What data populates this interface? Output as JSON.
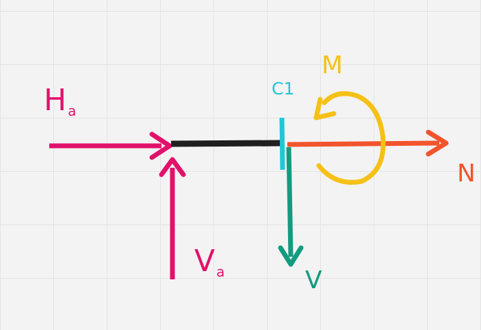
{
  "colors": {
    "background": "#f3f3f3",
    "grid": "#e3e3e3",
    "beam": "#1f1f1f",
    "reaction": "#e0126b",
    "section": "#1ec8d8",
    "normal_force": "#f2542d",
    "shear_force": "#139b80",
    "moment": "#f5c117"
  },
  "labels": {
    "ha": {
      "main": "H",
      "sub": "a"
    },
    "va": {
      "main": "V",
      "sub": "a"
    },
    "section": "C1",
    "moment": "M",
    "normal": "N",
    "shear": "V"
  },
  "icons": {
    "ha": "arrow-right-icon",
    "va": "arrow-up-icon",
    "n": "arrow-right-icon",
    "v": "arrow-down-icon",
    "m": "curved-arrow-icon"
  }
}
